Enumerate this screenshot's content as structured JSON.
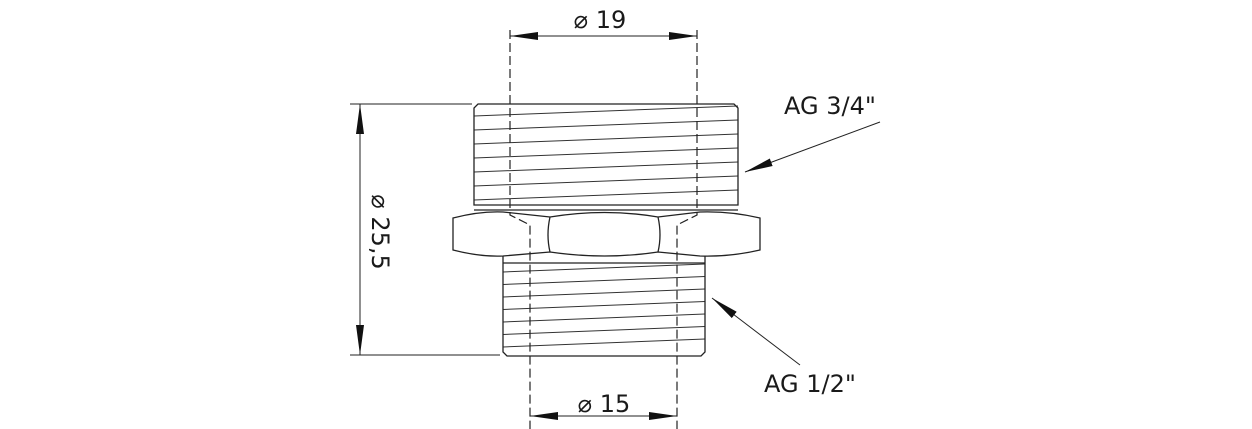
{
  "dimensions": {
    "top_diameter": "19",
    "overall_diameter": "25,5",
    "bottom_diameter": "15",
    "diameter_symbol": "⌀"
  },
  "callouts": {
    "upper_thread": "AG 3/4\"",
    "lower_thread": "AG 1/2\""
  }
}
